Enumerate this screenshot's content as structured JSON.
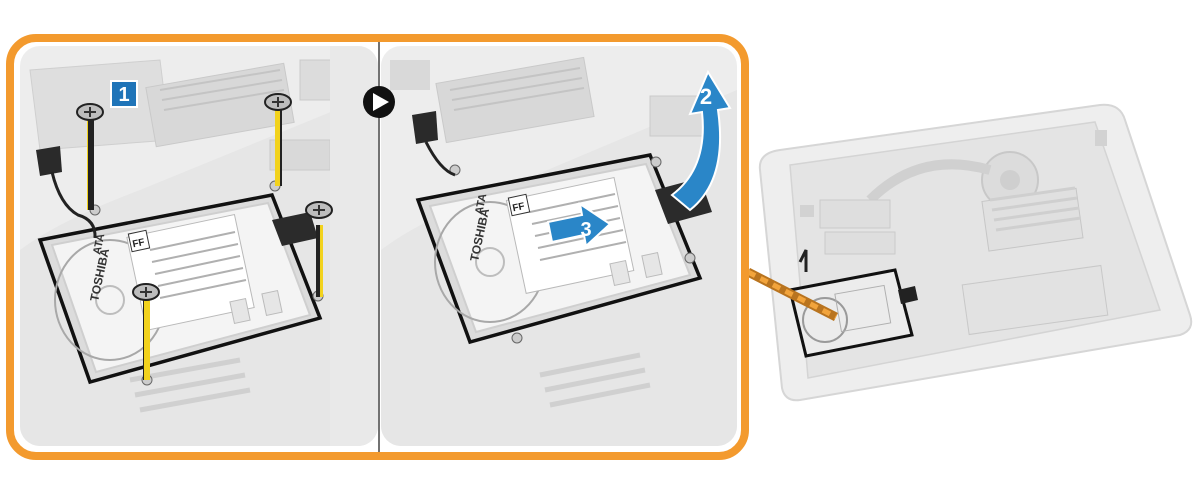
{
  "steps": {
    "step1": "1",
    "step2": "2",
    "step3": "3"
  },
  "drive": {
    "brand": "TOSHIBA",
    "logo": "ATA",
    "cert": "FF"
  },
  "colors": {
    "frame": "#f39a2e",
    "badge": "#1f74b8",
    "arrow": "#2a86c8",
    "screw_line": "#f2d21c",
    "callout": "#d8861f"
  },
  "icons": {
    "next": "play-circle-icon"
  }
}
